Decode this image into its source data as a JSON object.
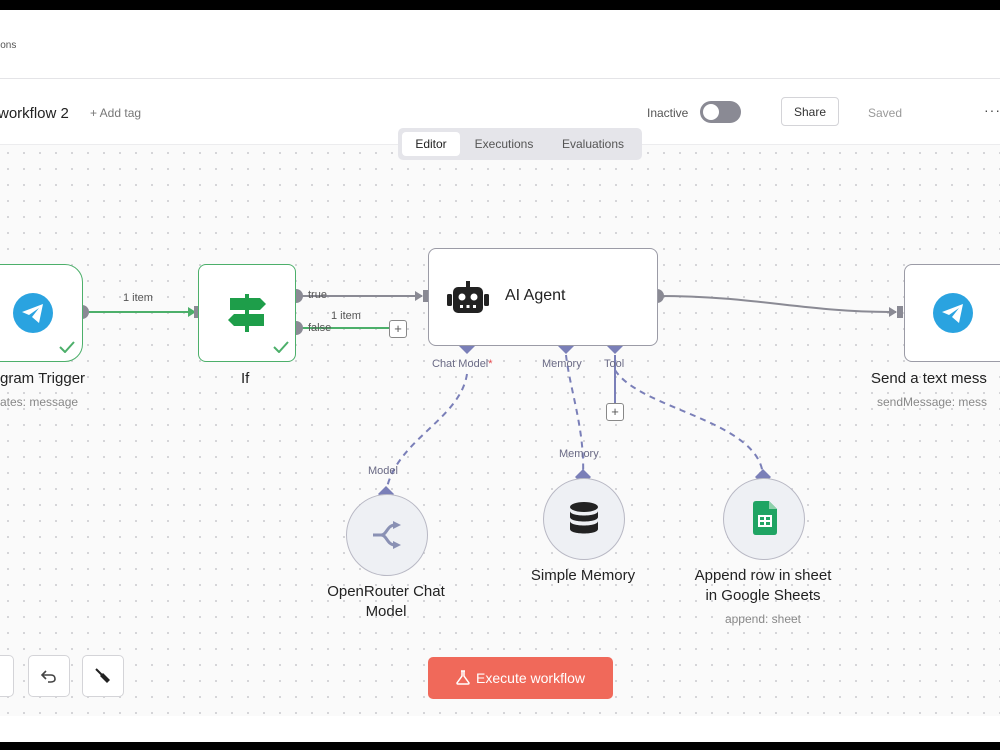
{
  "breadcrumb": "ions",
  "header": {
    "workflow_name": "workflow 2",
    "add_tag": "+ Add tag",
    "status_label": "Inactive",
    "share_label": "Share",
    "saved_label": "Saved",
    "more": "···"
  },
  "tabs": [
    {
      "label": "Editor",
      "active": true
    },
    {
      "label": "Executions",
      "active": false
    },
    {
      "label": "Evaluations",
      "active": false
    }
  ],
  "nodes": {
    "telegram_trigger": {
      "title": "gram Trigger",
      "subtitle": "ates: message"
    },
    "if": {
      "title": "If"
    },
    "ai_agent": {
      "title": "AI Agent"
    },
    "send_message": {
      "title": "Send a text mess",
      "subtitle": "sendMessage: mess"
    },
    "openrouter": {
      "title_line1": "OpenRouter Chat",
      "title_line2": "Model"
    },
    "simple_memory": {
      "title": "Simple Memory"
    },
    "google_sheets": {
      "title_line1": "Append row in sheet",
      "title_line2": "in Google Sheets",
      "subtitle": "append: sheet"
    }
  },
  "edges": {
    "trigger_to_if": "1 item",
    "if_true": "true",
    "if_false": "false",
    "false_items": "1 item"
  },
  "ports": {
    "chat_model": "Chat Model",
    "required_mark": "*",
    "memory": "Memory",
    "tool": "Tool",
    "model": "Model",
    "memory_in": "Memory"
  },
  "footer": {
    "execute_label": "Execute workflow"
  },
  "colors": {
    "success": "#4caf6a",
    "execute": "#f0695a",
    "telegram": "#2aa3e0",
    "sheets": "#1fa463",
    "connector": "#7a7fb8"
  }
}
